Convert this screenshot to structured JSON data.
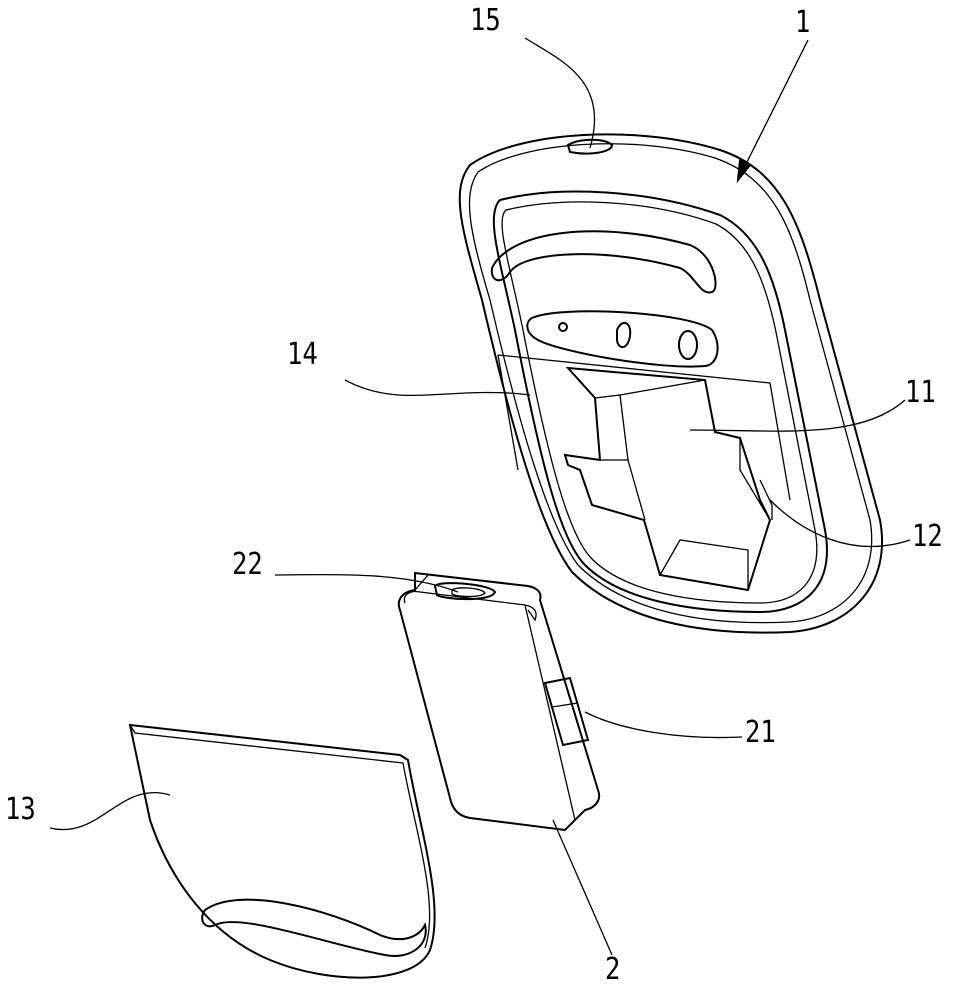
{
  "labels": {
    "mouse_body": "1",
    "recess": "11",
    "slot": "12",
    "cover_plate": "13",
    "mounting_area": "14",
    "charging_port": "15",
    "battery_module": "2",
    "battery_tab": "21",
    "battery_port": "22"
  }
}
